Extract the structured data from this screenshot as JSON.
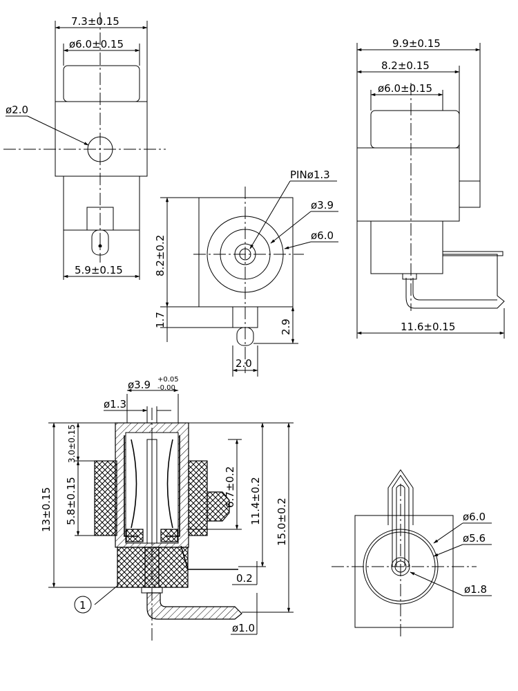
{
  "dimensions": {
    "top_width": "7.3±0.15",
    "top_inner_dia": "ø6.0±0.15",
    "hole_dia": "ø2.0",
    "bottom_width": "5.9±0.15",
    "front_height": "8.2±0.2",
    "pin_dia": "PINø1.3",
    "ring_dia": "ø3.9",
    "front_outer_dia": "ø6.0",
    "lead_length": "1.7",
    "lead_total": "2.9",
    "lead_width": "2.0",
    "side_width": "9.9±0.15",
    "side_mid_width": "8.2±0.15",
    "side_inner_dia": "ø6.0±0.15",
    "side_total": "11.6±0.15",
    "sec_ring_dia_base": "ø3.9",
    "sec_ring_tol_upper": "+0.05",
    "sec_ring_tol_lower": "-0.00",
    "sec_pin_dia": "ø1.3",
    "sec_top_height": "3.0±0.15",
    "sec_mid_height": "5.8±0.15",
    "sec_height": "13±0.15",
    "sec_spring": "6.7±0.2",
    "sec_pin_height": "11.4±0.2",
    "sec_total": "15.0±0.2",
    "sec_gap": "0.2",
    "sec_wire_dia": "ø1.0",
    "bottom_outer_dia": "ø6.0",
    "bottom_mid_dia": "ø5.6",
    "bottom_pin_dia": "ø1.8"
  },
  "callouts": {
    "part_number": "1"
  }
}
